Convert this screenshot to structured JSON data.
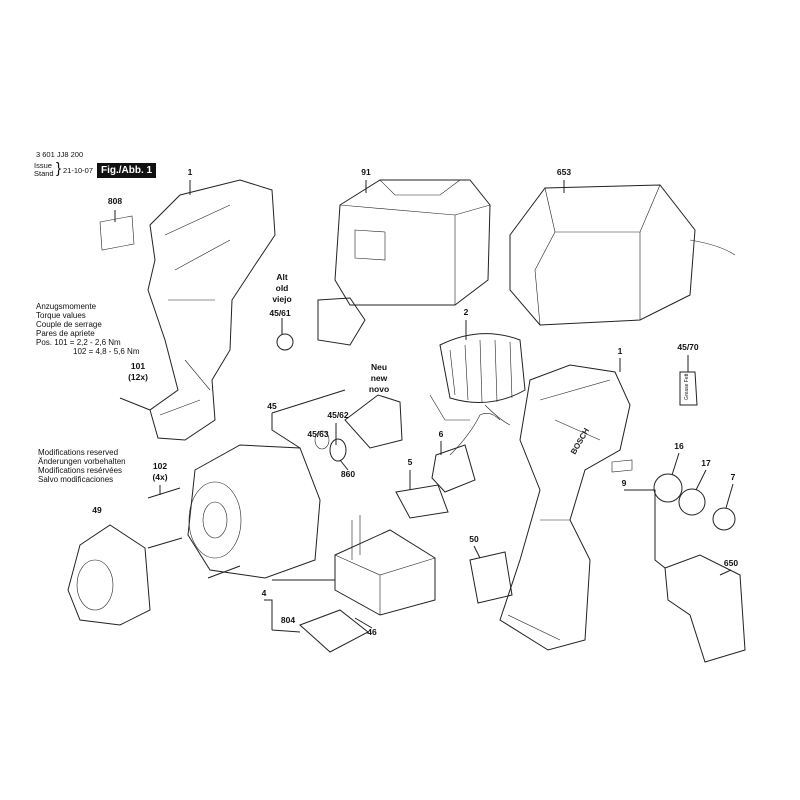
{
  "header": {
    "part_number": "3 601 JJ8 200",
    "issue_label": "Issue",
    "stand_label": "Stand",
    "brace": "}",
    "date": "21-10-07",
    "figure": "Fig./Abb. 1"
  },
  "notes": {
    "torque": [
      "Anzugsmomente",
      "Torque values",
      "Couple de serrage",
      "Pares de apriete",
      "Pos.  101 = 2,2 - 2,6 Nm",
      "102 = 4,8 - 5,6 Nm"
    ],
    "modifications": [
      "Modifications reserved",
      "Änderungen vorbehalten",
      "Modifications resérvées",
      "Salvo modificaciones"
    ]
  },
  "labels": {
    "p808": "808",
    "p1a": "1",
    "p91": "91",
    "p653": "653",
    "alt": "Alt",
    "old": "old",
    "viejo": "viejo",
    "p4561": "45/61",
    "p2": "2",
    "p1b": "1",
    "p4570": "45/70",
    "p101": "101",
    "p101q": "(12x)",
    "neu": "Neu",
    "new": "new",
    "novo": "novo",
    "p45": "45",
    "p4562": "45/62",
    "p4563": "45/63",
    "p860": "860",
    "p6": "6",
    "p5": "5",
    "p16": "16",
    "p17": "17",
    "p7": "7",
    "p9": "9",
    "p102": "102",
    "p102q": "(4x)",
    "p49": "49",
    "p50": "50",
    "p4": "4",
    "p804": "804",
    "p46": "46",
    "p650": "650",
    "grease": "Grease Fett",
    "brand": "BOSCH"
  }
}
